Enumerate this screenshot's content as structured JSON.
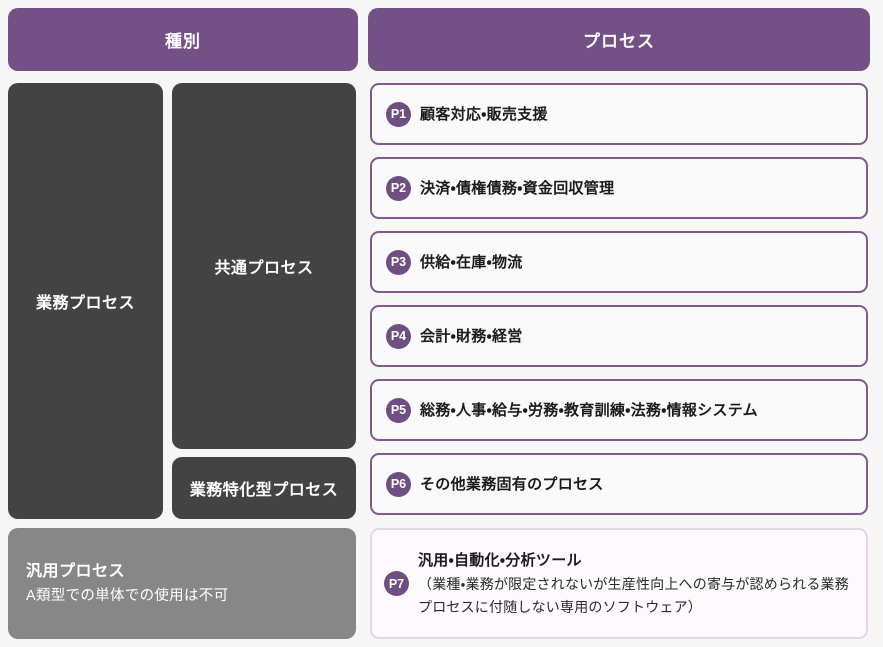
{
  "headers": {
    "category": "種別",
    "process": "プロセス"
  },
  "categories": {
    "business_process": "業務プロセス",
    "common_process": "共通プロセス",
    "specialized_process": "業務特化型プロセス",
    "general_purpose": {
      "title": "汎用プロセス",
      "note": "A類型での単体での使用は不可"
    }
  },
  "processes": [
    {
      "code": "P1",
      "label": "顧客対応・販売支援"
    },
    {
      "code": "P2",
      "label": "決済・債権債務・資金回収管理"
    },
    {
      "code": "P3",
      "label": "供給・在庫・物流"
    },
    {
      "code": "P4",
      "label": "会計・財務・経営"
    },
    {
      "code": "P5",
      "label": "総務・人事・給与・労務・教育訓練・法務・情報システム"
    },
    {
      "code": "P6",
      "label": "その他業務固有のプロセス"
    }
  ],
  "general_process_card": {
    "code": "P7",
    "title": "汎用・自動化・分析ツール",
    "description": "（業種・業務が限定されないが生産性向上への寄与が認められる業務プロセスに付随しない専用のソフトウェア）"
  },
  "colors": {
    "header_purple": "#735186",
    "dark_box": "#434343",
    "gray_box": "#878787",
    "card_border": "#7d5a8f",
    "card_border_soft": "#e6d5e6",
    "badge": "#6f4f82",
    "page_background": "#f7f7f7"
  }
}
